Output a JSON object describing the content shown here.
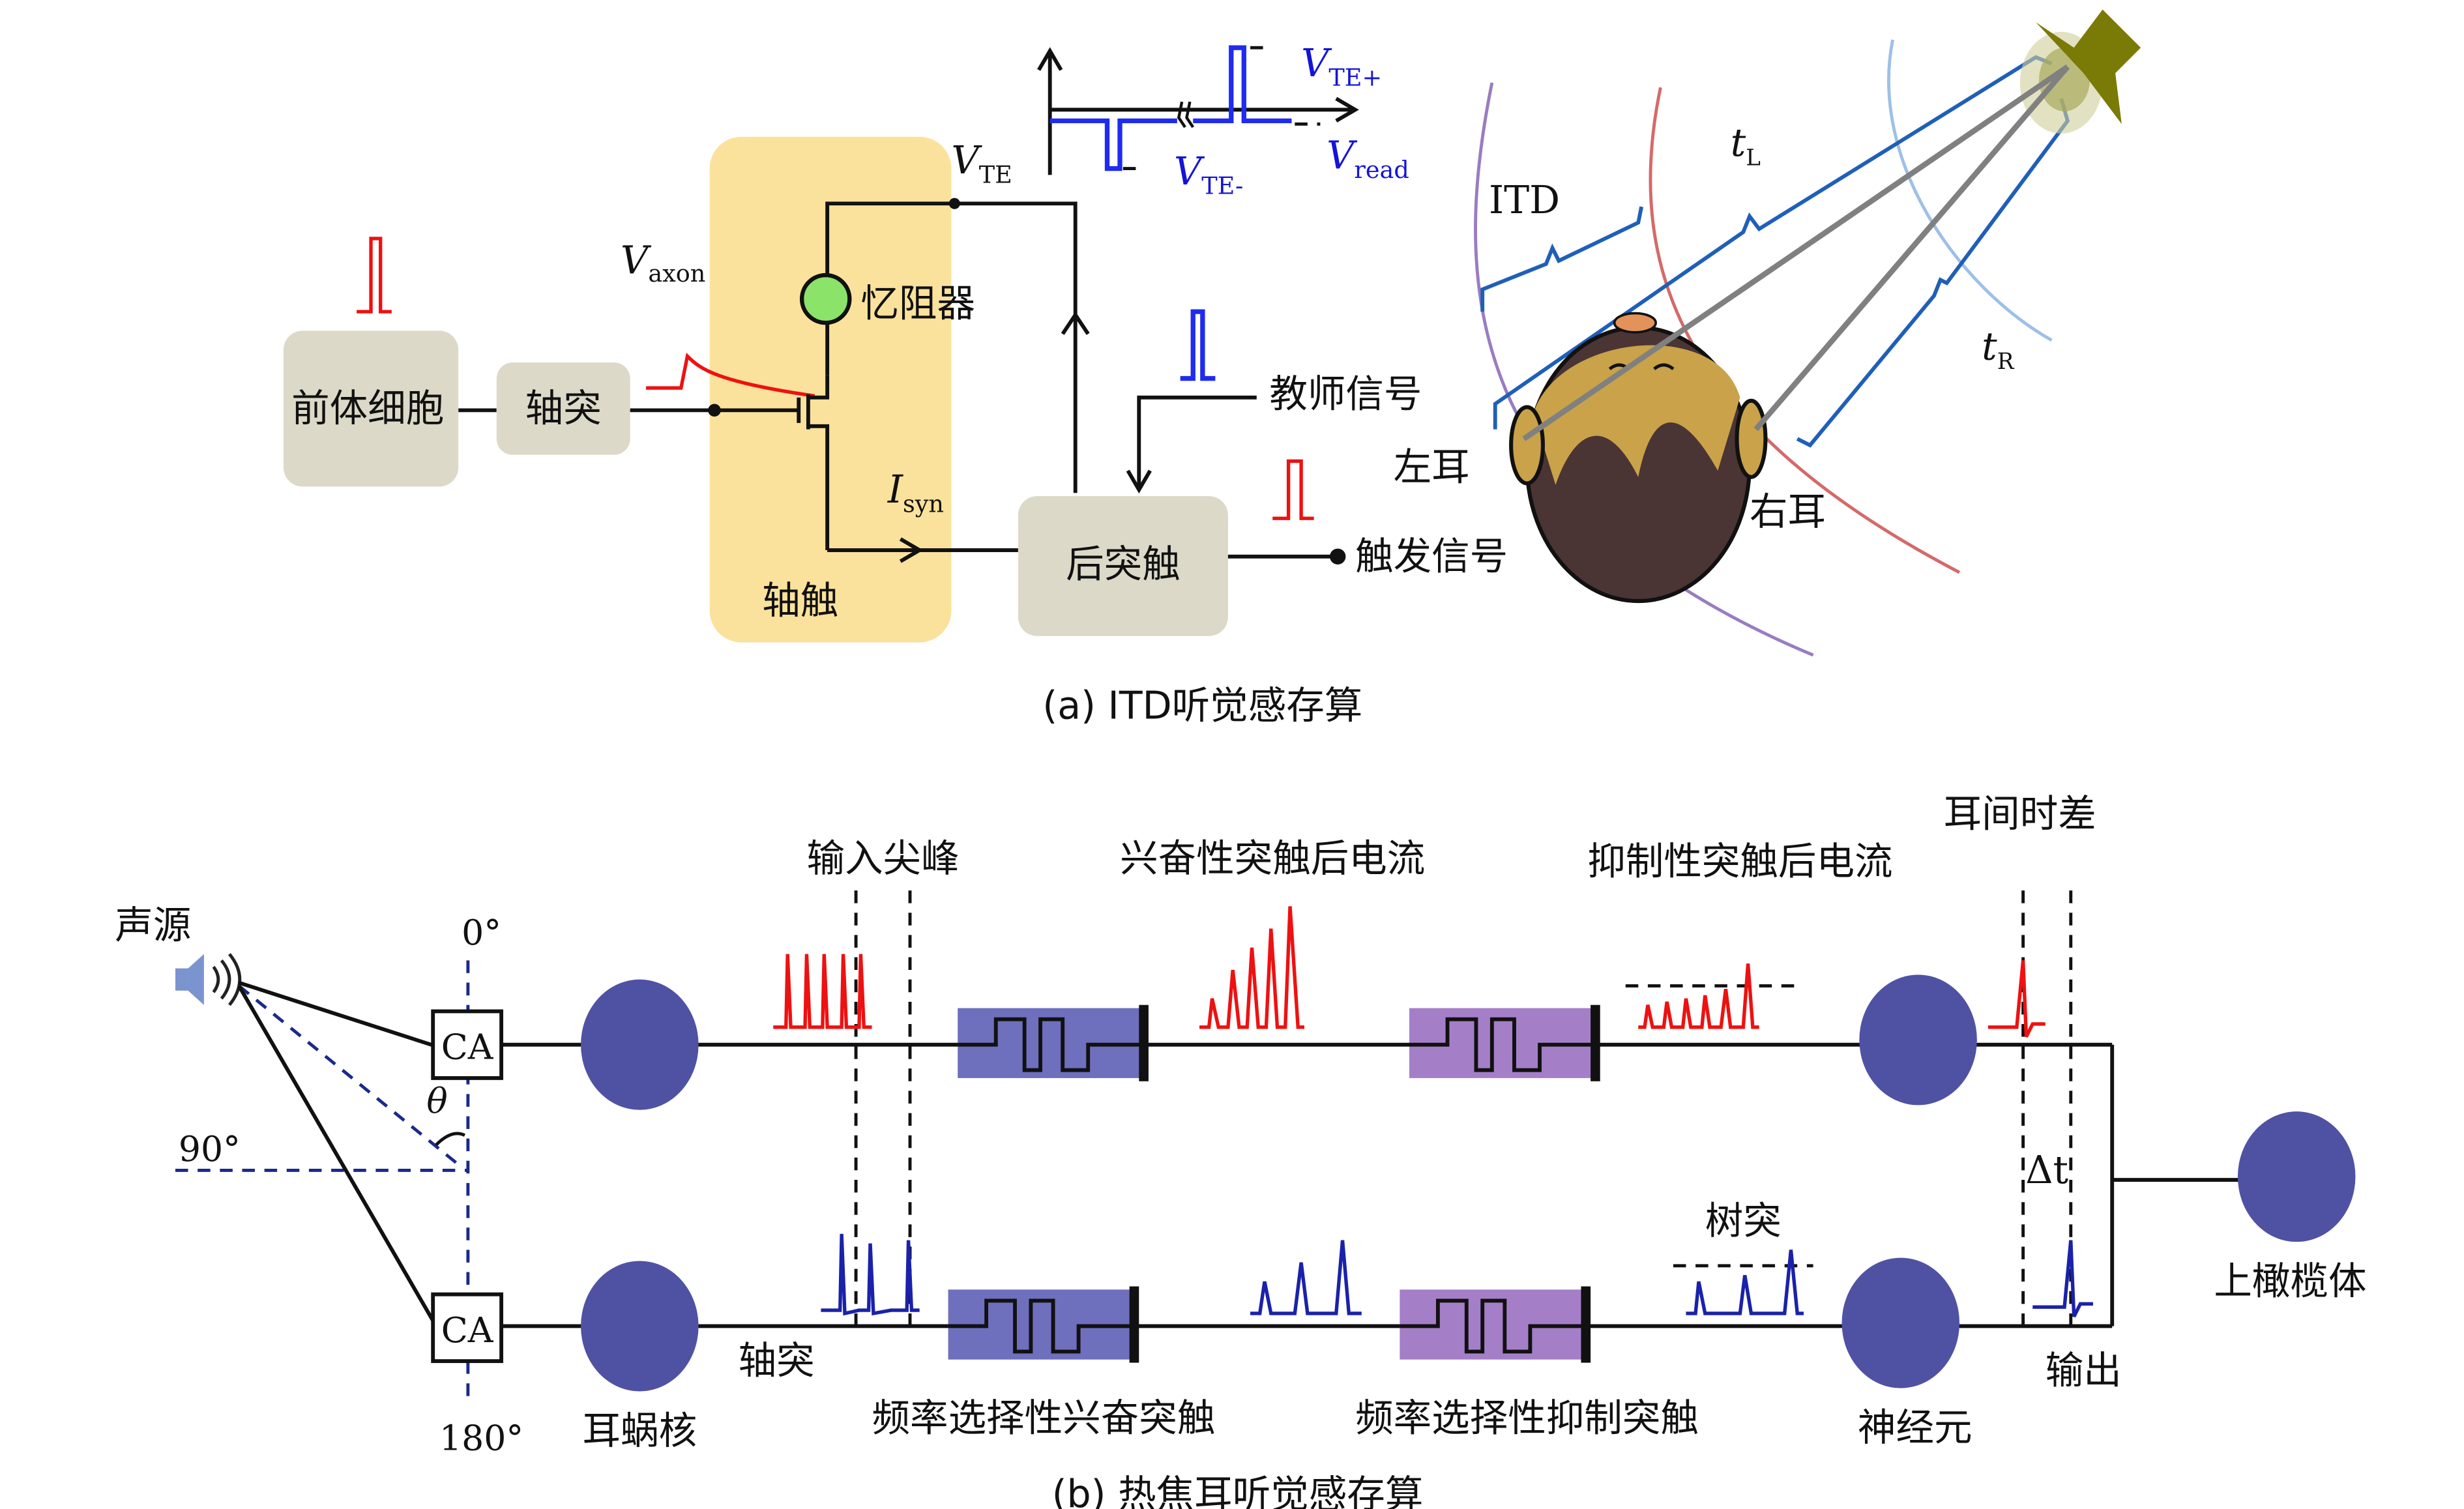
{
  "panel_a": {
    "caption": "(a) ITD听觉感存算",
    "presynaptic_cell_label": "前体细胞",
    "axon_label": "轴突",
    "synapse_region_label": "轴触",
    "memristor_label": "忆阻器",
    "postsynaptic_label": "后突触",
    "teacher_signal_label": "教师信号",
    "trigger_signal_label": "触发信号",
    "v_axon": {
      "main": "V",
      "sub": "axon"
    },
    "v_te": {
      "main": "V",
      "sub": "TE"
    },
    "i_syn": {
      "main": "I",
      "sub": "syn"
    },
    "v_te_plus": {
      "main": "V",
      "sub": "TE+"
    },
    "v_te_minus": {
      "main": "V",
      "sub": "TE-"
    },
    "v_read": {
      "main": "V",
      "sub": "read"
    },
    "itd_label": "ITD",
    "t_l": {
      "main": "t",
      "sub": "L"
    },
    "t_r": {
      "main": "t",
      "sub": "R"
    },
    "left_ear_label": "左耳",
    "right_ear_label": "右耳"
  },
  "panel_b": {
    "caption": "(b) 热焦耳听觉感存算",
    "sound_source_label": "声源",
    "angle_0": "0°",
    "angle_90": "90°",
    "angle_180": "180°",
    "theta": "θ",
    "ca_top": "CA",
    "ca_bottom": "CA",
    "cochlear_nucleus_label": "耳蜗核",
    "axon_label": "轴突",
    "input_spike_label": "输入尖峰",
    "excitatory_current_label": "兴奋性突触后电流",
    "inhibitory_current_label": "抑制性突触后电流",
    "itd_label": "耳间时差",
    "excitatory_synapse_label": "频率选择性兴奋突触",
    "inhibitory_synapse_label": "频率选择性抑制突触",
    "dendrite_label": "树突",
    "neuron_label": "神经元",
    "output_label": "输出",
    "delta_t": "Δt",
    "superior_olive_label": "上橄榄体"
  },
  "colors": {
    "synapse_highlight": "#fbe29c",
    "cell_box": "#ddd9c8",
    "memristor": "#8be36a",
    "spike_red": "#ee1111",
    "spike_blue": "#1a22aa",
    "neuron_circle": "#4f52a3",
    "excitatory_box": "#6e6fbd",
    "inhibitory_box": "#a47fc8",
    "head_skin": "#c9a24a",
    "head_hair": "#4a3434",
    "speaker": "#7a7a06"
  }
}
